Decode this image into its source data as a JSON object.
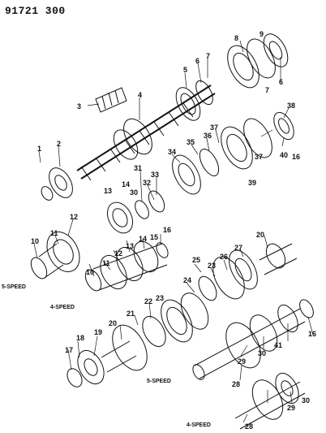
{
  "diagram": {
    "part_number": "91721 300",
    "captions": {
      "five_speed_a": "5-SPEED",
      "four_speed_a": "4-SPEED",
      "five_speed_b": "5-SPEED",
      "four_speed_b": "4-SPEED"
    },
    "callouts": [
      "1",
      "2",
      "3",
      "4",
      "5",
      "6",
      "7",
      "8",
      "9",
      "6",
      "7",
      "38",
      "37",
      "40",
      "16",
      "36",
      "35",
      "34",
      "39",
      "37",
      "33",
      "32",
      "31",
      "30",
      "14",
      "13",
      "12",
      "11",
      "10",
      "15",
      "16",
      "14",
      "13",
      "12",
      "11",
      "10",
      "25",
      "24",
      "23",
      "26",
      "27",
      "20",
      "22",
      "21",
      "19",
      "20",
      "18",
      "17",
      "23",
      "29",
      "30",
      "41",
      "16",
      "28",
      "29",
      "30",
      "28"
    ]
  }
}
